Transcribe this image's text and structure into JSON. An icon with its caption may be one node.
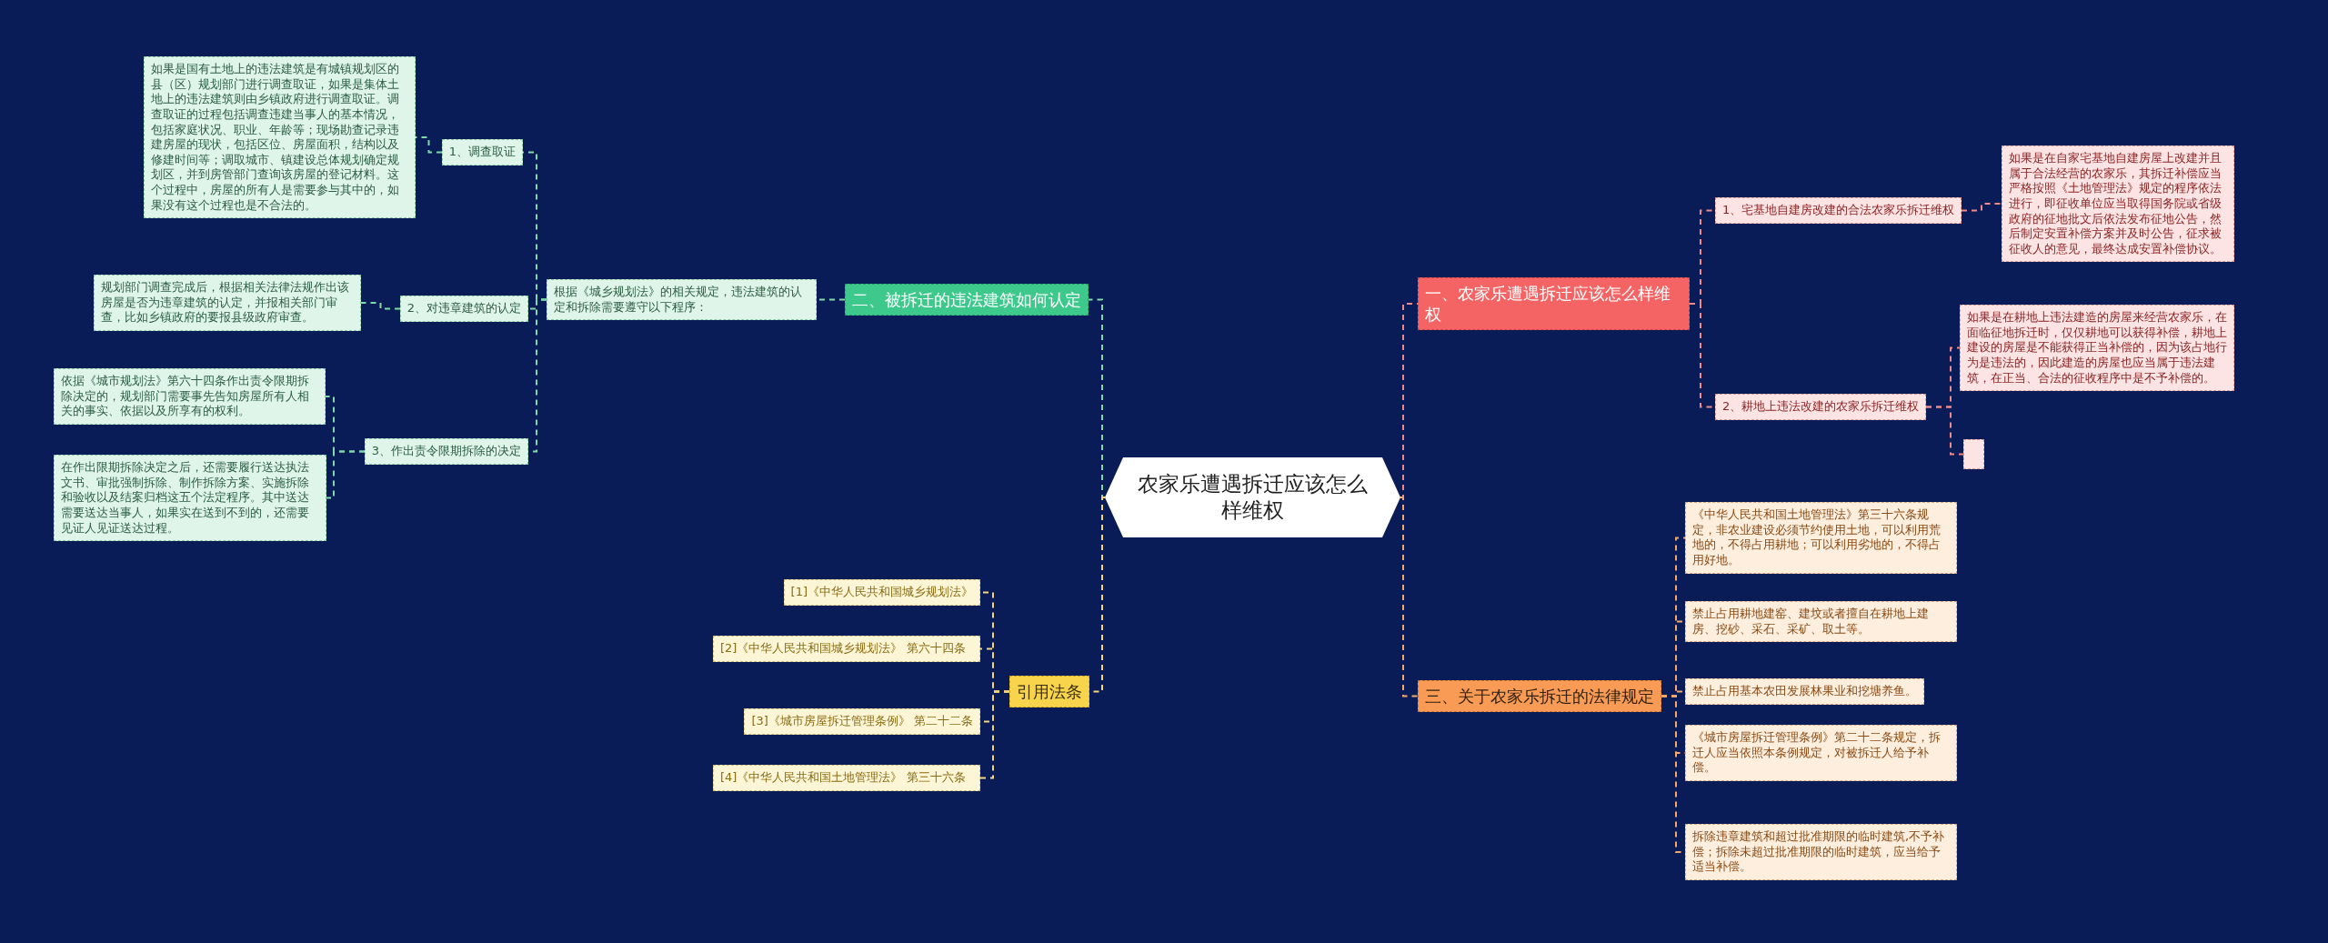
{
  "diagram": {
    "nodes": [
      {
        "text": [
          "农家乐遭遇拆迁应该怎么样维权"
        ]
      },
      {
        "text": [
          "二、被拆迁的违法建筑如何认定"
        ]
      },
      {
        "text": [
          "根据《城乡规划法》的相关规定，违法建筑的认定和拆除需要遵守以下程序："
        ]
      },
      {
        "text": [
          "1、调查取证"
        ]
      },
      {
        "text": [
          "如果是国有土地上的违法建筑是有城镇规划区的县（区）规划部门进行调查取证，如果是集体土地上的违法建筑则由乡镇政府进行调查取证。调查取证的过程包括调查违建当事人的基本情况，包括家庭状况、职业、年龄等；现场勘查记录违建房屋的现状，包括区位、房屋面积，结构以及修建时间等；调取城市、镇建设总体规划确定规划区，并到房管部门查询该房屋的登记材料。这个过程中，房屋的所有人是需要参与其中的，如果没有这个过程也是不合法的。"
        ]
      },
      {
        "text": [
          "2、对违章建筑的认定"
        ]
      },
      {
        "text": [
          "规划部门调查完成后，根据相关法律法规作出该房屋是否为违章建筑的认定，并报相关部门审查，比如乡镇政府的要报县级政府审查。"
        ]
      },
      {
        "text": [
          "3、作出责令限期拆除的决定"
        ]
      },
      {
        "text": [
          "依据《城市规划法》第六十四条作出责令限期拆除决定的，规划部门需要事先告知房屋所有人相关的事实、依据以及所享有的权利。"
        ]
      },
      {
        "text": [
          "在作出限期拆除决定之后，还需要履行送达执法文书、审批强制拆除、制作拆除方案、实施拆除和验收以及结案归档这五个法定程序。其中送达需要送达当事人，如果实在送到不到的，还需要见证人见证送达过程。"
        ]
      },
      {
        "text": [
          "引用法条"
        ]
      },
      {
        "text": [
          "[1]《中华人民共和国城乡规划法》"
        ]
      },
      {
        "text": [
          "[2]《中华人民共和国城乡规划法》 第六十四条"
        ]
      },
      {
        "text": [
          "[3]《城市房屋拆迁管理条例》 第二十二条"
        ]
      },
      {
        "text": [
          "[4]《中华人民共和国土地管理法》 第三十六条"
        ]
      },
      {
        "text": [
          "一、农家乐遭遇拆迁应该怎么样维权"
        ]
      },
      {
        "text": [
          "1、宅基地自建房改建的合法农家乐拆迁维权"
        ]
      },
      {
        "text": [
          "如果是在自家宅基地自建房屋上改建并且属于合法经营的农家乐，其拆迁补偿应当严格按照《土地管理法》规定的程序依法进行，即征收单位应当取得国务院或省级政府的征地批文后依法发布征地公告，然后制定安置补偿方案并及时公告，征求被征收人的意见，最终达成安置补偿协议。"
        ]
      },
      {
        "text": [
          "2、耕地上违法改建的农家乐拆迁维权"
        ]
      },
      {
        "text": [
          "如果是在耕地上违法建造的房屋来经营农家乐，在面临征地拆迁时，仅仅耕地可以获得补偿，耕地上建设的房屋是不能获得正当补偿的，因为该占地行为是违法的，因此建造的房屋也应当属于违法建筑，在正当、合法的征收程序中是不予补偿的。"
        ]
      },
      {
        "text": [],
        "shape": "box"
      },
      {
        "text": [
          "三、关于农家乐拆迁的法律规定"
        ]
      },
      {
        "text": [
          "《中华人民共和国土地管理法》第三十六条规定，非农业建设必须节约使用土地，可以利用荒地的，不得占用耕地；可以利用劣地的，不得占用好地。"
        ]
      },
      {
        "text": [
          "禁止占用耕地建窑、建坟或者擅自在耕地上建房、挖砂、采石、采矿、取土等。"
        ]
      },
      {
        "text": [
          "禁止占用基本农田发展林果业和挖塘养鱼。"
        ]
      },
      {
        "text": [
          "《城市房屋拆迁管理条例》第二十二条规定，拆迁人应当依照本条例规定，对被拆迁人给予补偿。"
        ]
      },
      {
        "text": [
          "拆除违章建筑和超过批准期限的临时建筑,不予补偿；拆除未超过批准期限的临时建筑，应当给予适当补偿。"
        ]
      }
    ],
    "edges": [
      {
        "from": 0,
        "to": 1,
        "arrow": "none",
        "style": "dashed",
        "color": "#7fd9a8"
      },
      {
        "from": 1,
        "to": 2,
        "arrow": "none",
        "style": "dashed",
        "color": "#7fd9a8"
      },
      {
        "from": 2,
        "to": 3,
        "arrow": "none",
        "style": "dashed",
        "color": "#7fd9a8"
      },
      {
        "from": 2,
        "to": 5,
        "arrow": "none",
        "style": "dashed",
        "color": "#7fd9a8"
      },
      {
        "from": 2,
        "to": 7,
        "arrow": "none",
        "style": "dashed",
        "color": "#7fd9a8"
      },
      {
        "from": 3,
        "to": 4,
        "arrow": "none",
        "style": "dashed",
        "color": "#7fd9a8"
      },
      {
        "from": 5,
        "to": 6,
        "arrow": "none",
        "style": "dashed",
        "color": "#7fd9a8"
      },
      {
        "from": 7,
        "to": 8,
        "arrow": "none",
        "style": "dashed",
        "color": "#7fd9a8"
      },
      {
        "from": 7,
        "to": 9,
        "arrow": "none",
        "style": "dashed",
        "color": "#7fd9a8"
      },
      {
        "from": 0,
        "to": 10,
        "arrow": "none",
        "style": "dashed",
        "color": "#f5d57a"
      },
      {
        "from": 10,
        "to": 11,
        "arrow": "none",
        "style": "dashed",
        "color": "#f5d57a"
      },
      {
        "from": 10,
        "to": 12,
        "arrow": "none",
        "style": "dashed",
        "color": "#f5d57a"
      },
      {
        "from": 10,
        "to": 13,
        "arrow": "none",
        "style": "dashed",
        "color": "#f5d57a"
      },
      {
        "from": 10,
        "to": 14,
        "arrow": "none",
        "style": "dashed",
        "color": "#f5d57a"
      },
      {
        "from": 0,
        "to": 15,
        "arrow": "none",
        "style": "dashed",
        "color": "#f08a8a"
      },
      {
        "from": 15,
        "to": 16,
        "arrow": "none",
        "style": "dashed",
        "color": "#f08a8a"
      },
      {
        "from": 15,
        "to": 18,
        "arrow": "none",
        "style": "dashed",
        "color": "#f08a8a"
      },
      {
        "from": 16,
        "to": 17,
        "arrow": "none",
        "style": "dashed",
        "color": "#f08a8a"
      },
      {
        "from": 18,
        "to": 19,
        "arrow": "none",
        "style": "dashed",
        "color": "#f08a8a"
      },
      {
        "from": 18,
        "to": 20,
        "arrow": "none",
        "style": "dashed",
        "color": "#f08a8a"
      },
      {
        "from": 0,
        "to": 21,
        "arrow": "none",
        "style": "dashed",
        "color": "#f5a86a"
      },
      {
        "from": 21,
        "to": 22,
        "arrow": "none",
        "style": "dashed",
        "color": "#f5a86a"
      },
      {
        "from": 21,
        "to": 23,
        "arrow": "none",
        "style": "dashed",
        "color": "#f5a86a"
      },
      {
        "from": 21,
        "to": 24,
        "arrow": "none",
        "style": "dashed",
        "color": "#f5a86a"
      },
      {
        "from": 21,
        "to": 25,
        "arrow": "none",
        "style": "dashed",
        "color": "#f5a86a"
      },
      {
        "from": 21,
        "to": 26,
        "arrow": "none",
        "style": "dashed",
        "color": "#f5a86a"
      }
    ]
  }
}
